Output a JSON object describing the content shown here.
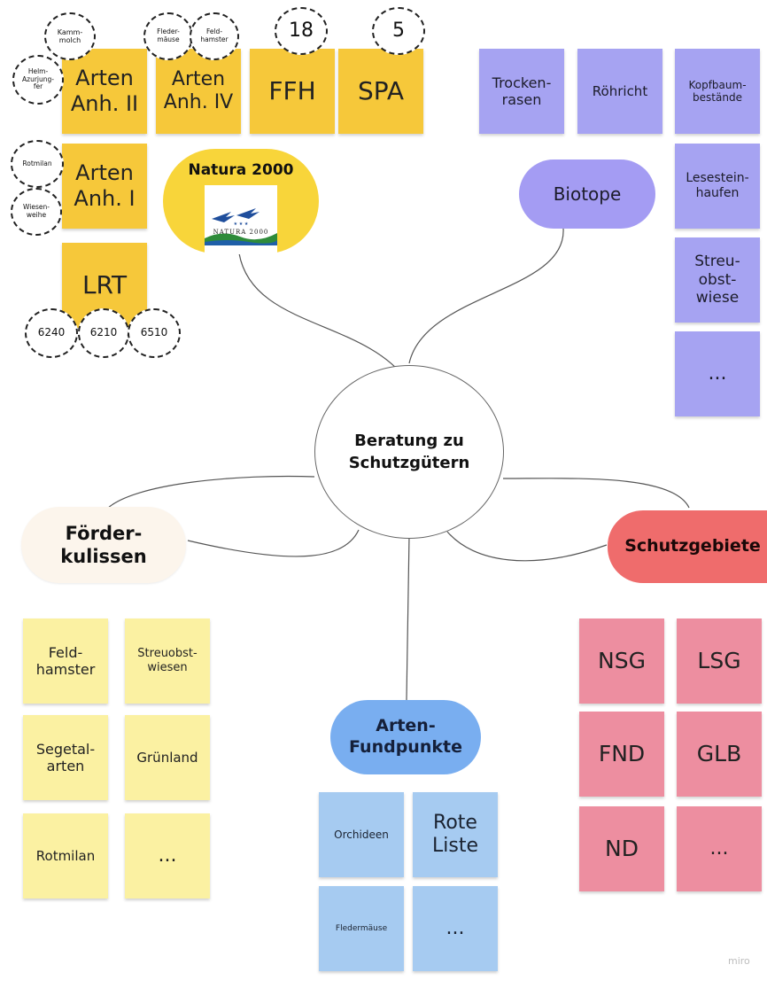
{
  "center": {
    "label": "Beratung zu\nSchutzgütern"
  },
  "natura": {
    "title": "Natura 2000",
    "logo_text": "NATURA 2000",
    "notes": [
      "Arten\nAnh. II",
      "Arten\nAnh. IV",
      "FFH",
      "SPA",
      "Arten\nAnh. I",
      "LRT"
    ],
    "species_annex2": [
      "Kamm-\nmolch",
      "Helm-\nAzurjung-\nfer"
    ],
    "species_annex4": [
      "Fleder-\nmäuse",
      "Feld-\nhamster"
    ],
    "ffh_count": "18",
    "spa_count": "5",
    "birds_annex1": [
      "Rotmilan",
      "Wiesen-\nweihe"
    ],
    "lrt_codes": [
      "6240",
      "6210",
      "6510"
    ]
  },
  "biotope": {
    "title": "Biotope",
    "notes": [
      "Trocken-\nrasen",
      "Röhricht",
      "Kopfbaum-\nbestände",
      "Lesestein-\nhaufen",
      "Streu-\nobst-\nwiese",
      "..."
    ]
  },
  "foerder": {
    "title": "Förder-\nkulissen",
    "notes": [
      "Feld-\nhamster",
      "Streuobst-\nwiesen",
      "Segetal-\narten",
      "Grünland",
      "Rotmilan",
      "..."
    ]
  },
  "arten": {
    "title": "Arten-\nFundpunkte",
    "notes": [
      "Orchideen",
      "Rote\nListe",
      "Fledermäuse",
      "..."
    ]
  },
  "schutz": {
    "title": "Schutzgebiete",
    "notes": [
      "NSG",
      "LSG",
      "FND",
      "GLB",
      "ND",
      "..."
    ]
  },
  "watermark": "miro",
  "colors": {
    "orange": "#f6c83a",
    "violet": "#a6a3f2",
    "yellow": "#fbf1a2",
    "red": "#ed8ea0",
    "blue": "#a6cbf1",
    "natura_pill": "#f8d53a",
    "biotope_pill": "#a49cf3",
    "foerder_pill": "#fcf5ec",
    "schutz_pill": "#ef6c6c",
    "arten_pill": "#79aef0"
  }
}
